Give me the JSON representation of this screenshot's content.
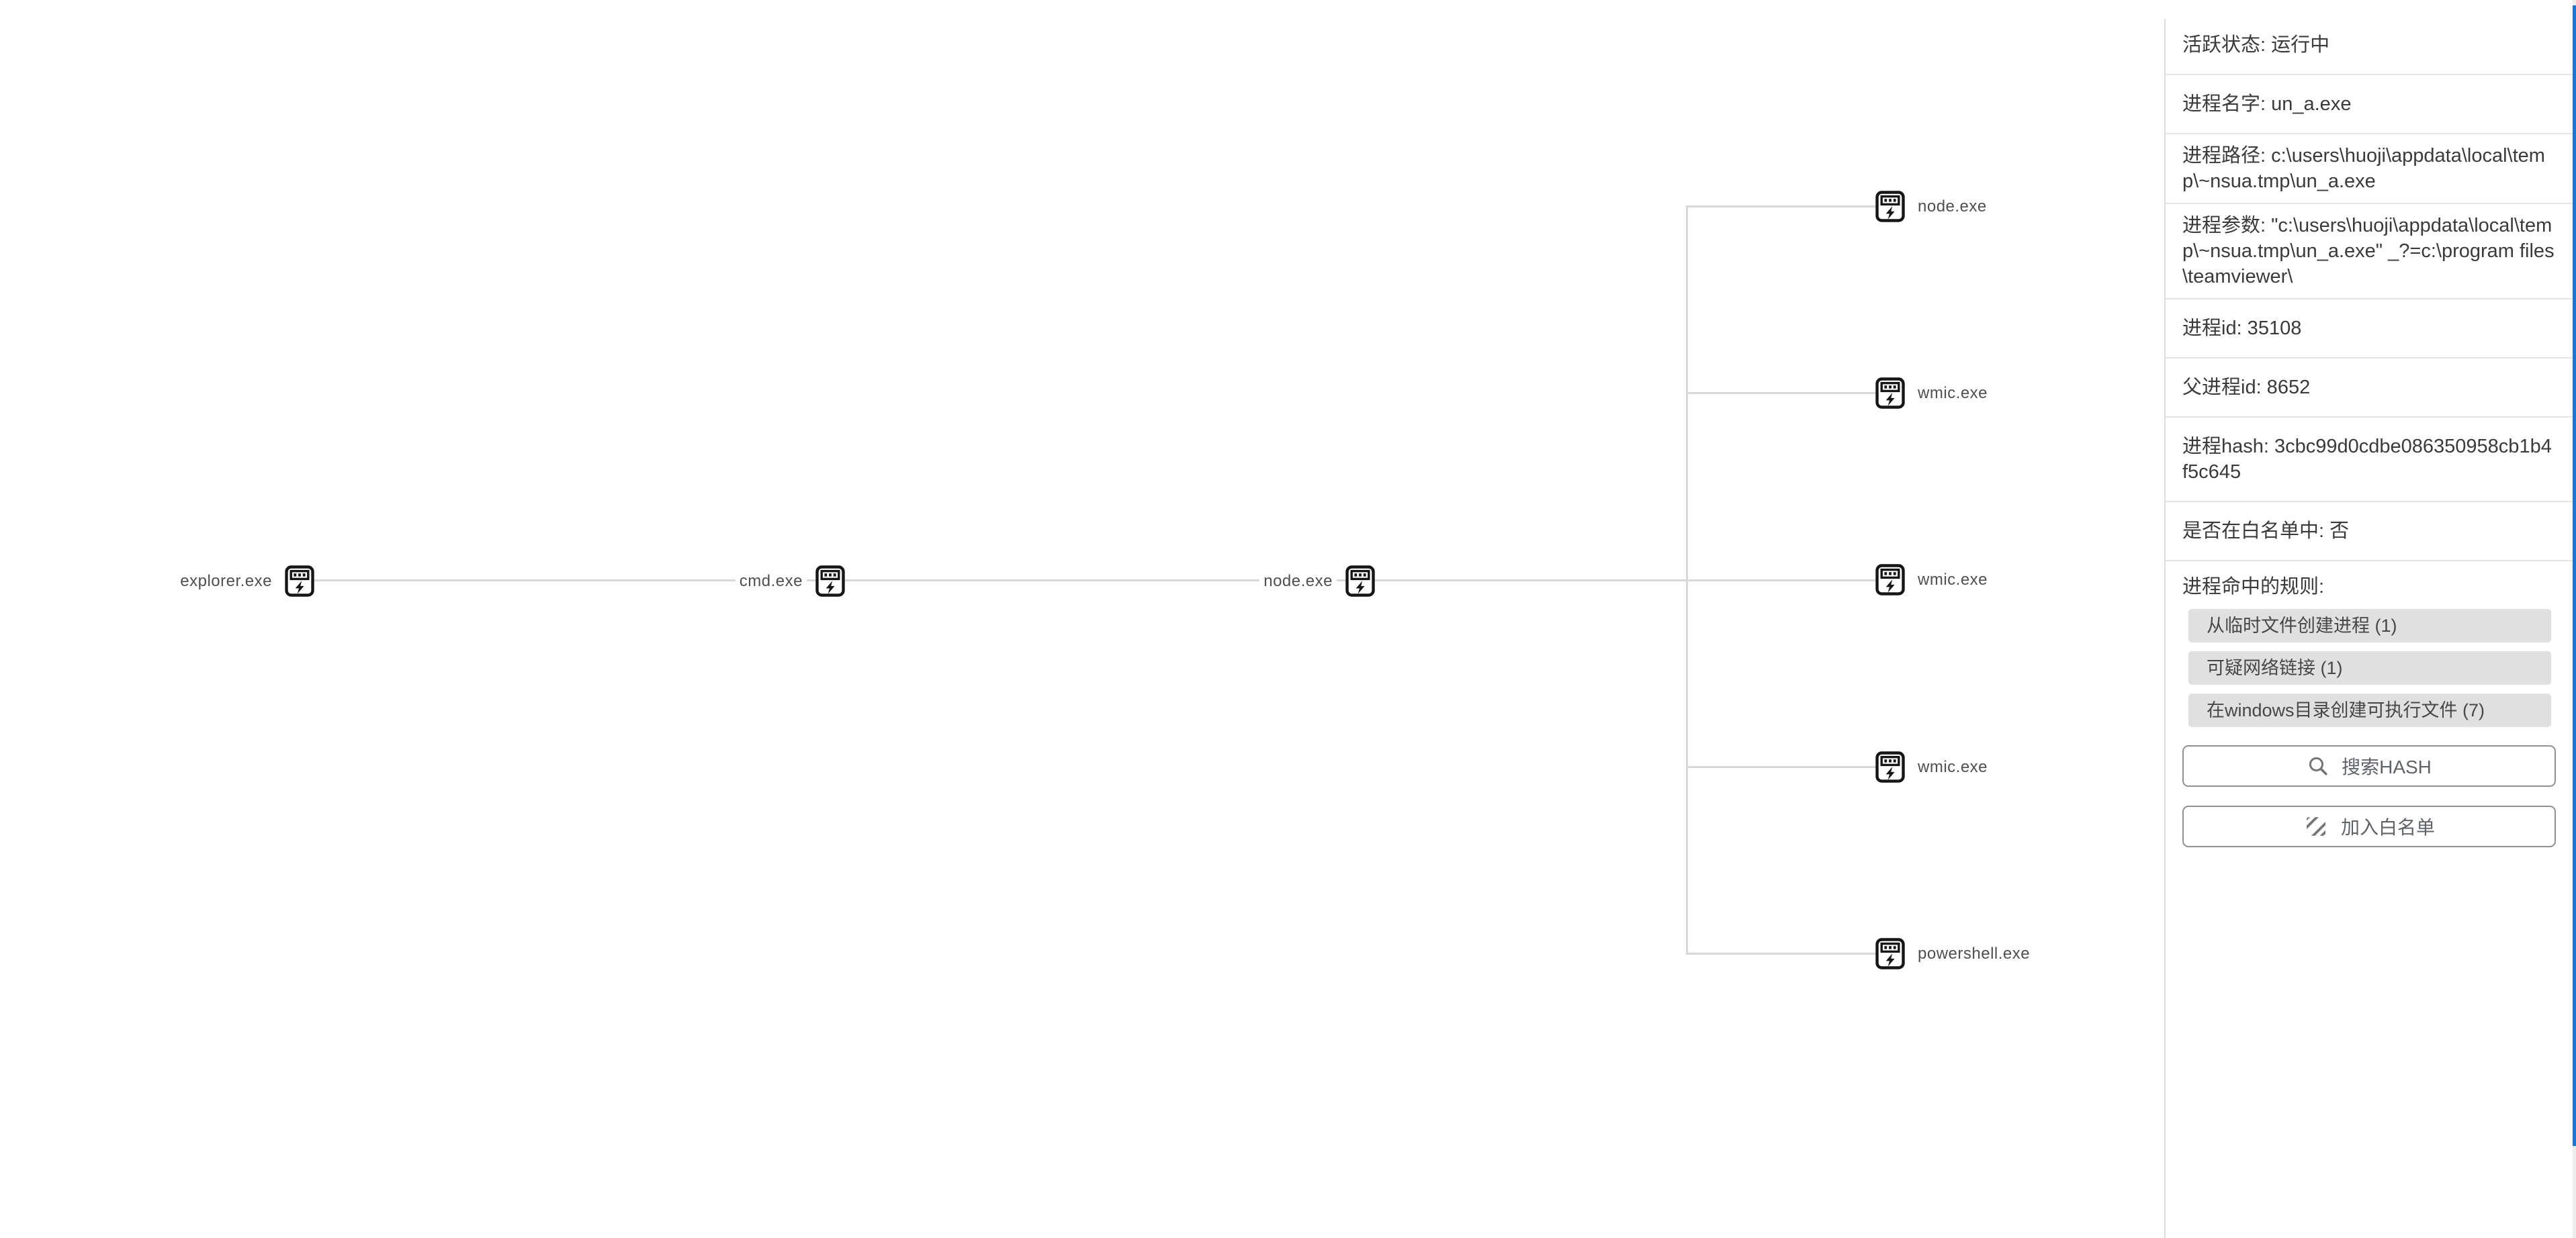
{
  "colors": {
    "scrollbar_thumb": "#1976d2",
    "tree_line": "#d8d8d8",
    "chip_bg": "#e0e0e0",
    "panel_divider": "#dcdcdc"
  },
  "icons": {
    "node": "process-app-flash-icon",
    "search": "search-icon",
    "whitelist": "texture-icon"
  },
  "tree": {
    "root": {
      "label": "explorer.exe"
    },
    "level2": {
      "label": "cmd.exe"
    },
    "level3": {
      "label": "node.exe"
    },
    "children": [
      {
        "label": "node.exe"
      },
      {
        "label": "wmic.exe"
      },
      {
        "label": "wmic.exe"
      },
      {
        "label": "wmic.exe"
      },
      {
        "label": "powershell.exe"
      }
    ]
  },
  "panel": {
    "rows": [
      {
        "text": "活跃状态: 运行中"
      },
      {
        "text": "进程名字: un_a.exe"
      },
      {
        "text": "进程路径: c:\\users\\huoji\\appdata\\local\\temp\\~nsua.tmp\\un_a.exe"
      },
      {
        "text": "进程参数: \"c:\\users\\huoji\\appdata\\local\\temp\\~nsua.tmp\\un_a.exe\" _?=c:\\program files\\teamviewer\\"
      },
      {
        "text": "进程id: 35108"
      },
      {
        "text": "父进程id: 8652"
      },
      {
        "text": "进程hash: 3cbc99d0cdbe086350958cb1b4f5c645"
      },
      {
        "text": "是否在白名单中: 否"
      }
    ],
    "rules": {
      "label": "进程命中的规则:",
      "chips": [
        {
          "label": "从临时文件创建进程 (1)"
        },
        {
          "label": "可疑网络链接 (1)"
        },
        {
          "label": "在windows目录创建可执行文件 (7)"
        }
      ]
    },
    "buttons": {
      "search_hash": "搜索HASH",
      "add_whitelist": "加入白名单"
    }
  }
}
